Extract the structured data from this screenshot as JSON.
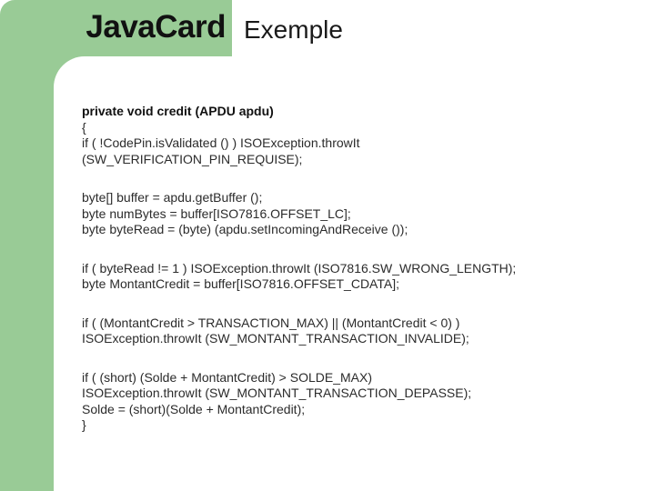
{
  "header": {
    "title": "JavaCard",
    "subtitle": "Exemple"
  },
  "colors": {
    "accent_green": "#99cb96"
  },
  "code": {
    "b0": [
      "private void credit (APDU apdu)",
      "{",
      "if ( !CodePin.isValidated () ) ISOException.throwIt",
      "(SW_VERIFICATION_PIN_REQUISE);"
    ],
    "b1": [
      "byte[] buffer = apdu.getBuffer ();",
      "byte numBytes = buffer[ISO7816.OFFSET_LC];",
      "byte byteRead = (byte) (apdu.setIncomingAndReceive ());"
    ],
    "b2": [
      "if ( byteRead != 1 ) ISOException.throwIt (ISO7816.SW_WRONG_LENGTH);",
      "byte MontantCredit = buffer[ISO7816.OFFSET_CDATA];"
    ],
    "b3": [
      "if ( (MontantCredit > TRANSACTION_MAX) || (MontantCredit < 0) )",
      "ISOException.throwIt (SW_MONTANT_TRANSACTION_INVALIDE);"
    ],
    "b4": [
      "if ( (short) (Solde + MontantCredit) > SOLDE_MAX)",
      "ISOException.throwIt (SW_MONTANT_TRANSACTION_DEPASSE);",
      "Solde = (short)(Solde + MontantCredit);",
      "}"
    ]
  }
}
